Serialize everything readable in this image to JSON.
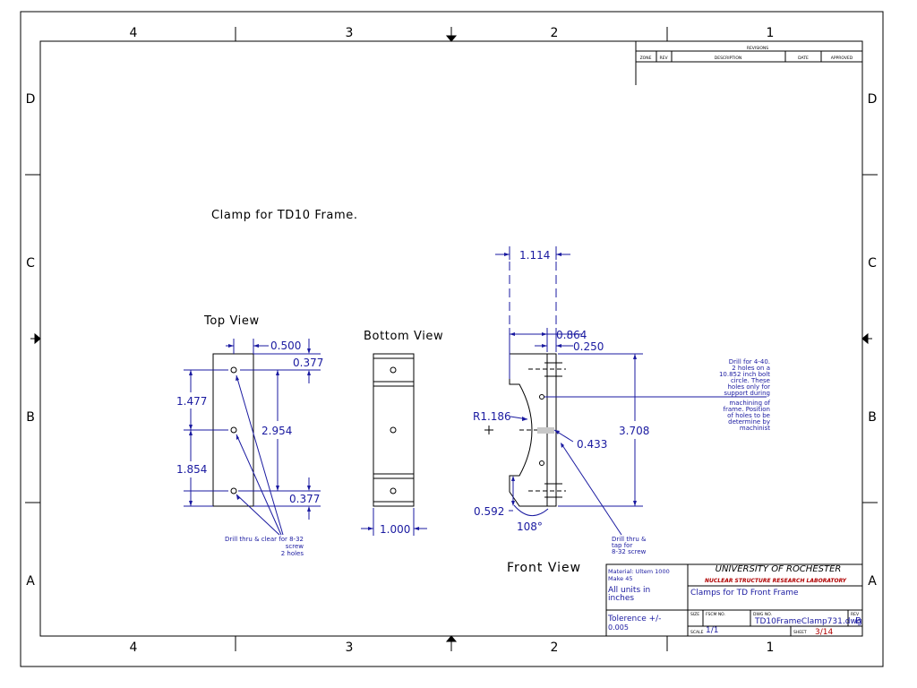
{
  "border": {
    "columns_top": [
      "4",
      "3",
      "2",
      "1"
    ],
    "columns_bottom": [
      "4",
      "3",
      "2",
      "1"
    ],
    "rows_left": [
      "D",
      "C",
      "B",
      "A"
    ],
    "rows_right": [
      "D",
      "C",
      "B",
      "A"
    ]
  },
  "revisions": {
    "title": "REVISIONS",
    "headers": [
      "ZONE",
      "REV",
      "DESCRIPTION",
      "DATE",
      "APPROVED"
    ]
  },
  "drawing_title": "Clamp for TD10 Frame.",
  "views": {
    "top": "Top View",
    "bottom": "Bottom View",
    "front": "Front View"
  },
  "dims": {
    "top_0500": "0.500",
    "top_0377a": "0.377",
    "top_1477": "1.477",
    "top_2954": "2.954",
    "top_1854": "1.854",
    "top_0377b": "0.377",
    "bottom_1000": "1.000",
    "front_1114": "1.114",
    "front_0864": "0.864",
    "front_0250": "0.250",
    "front_r1186": "R1.186",
    "front_0433": "0.433",
    "front_3708": "3.708",
    "front_0592": "0.592",
    "front_108": "108°"
  },
  "notes": {
    "top_note": [
      "Drill thru & clear for 8-32",
      "screw",
      "2 holes"
    ],
    "front_drill": [
      "Drill thru &",
      "tap for",
      "8-32 screw"
    ],
    "side_note": [
      "Drill for 4-40.",
      "2 holes on a",
      "10.852 inch bolt",
      "circle. These",
      "holes only for",
      "support during",
      "machining of",
      "frame. Position",
      "of holes to be",
      "determine by",
      "machinist"
    ]
  },
  "title_block": {
    "material": [
      "Material: Ultem 1000",
      "Make 45"
    ],
    "units": [
      "All units in",
      "inches"
    ],
    "tolerance": [
      "Tolerence +/-",
      "0.005"
    ],
    "university": "UNIVERSITY OF ROCHESTER",
    "lab": "NUCLEAR STRUCTURE RESEARCH LABORATORY",
    "title": "Clamps for TD Front Frame",
    "size_label": "SIZE",
    "fscm_label": "FSCM NO.",
    "dwg_label": "DWG NO.",
    "dwg_no": "TD10FrameClamp731.dwg",
    "rev_label": "REV",
    "rev": "B",
    "scale_label": "SCALE",
    "scale": "1/1",
    "sheet_label": "SHEET",
    "sheet": "3/14"
  }
}
